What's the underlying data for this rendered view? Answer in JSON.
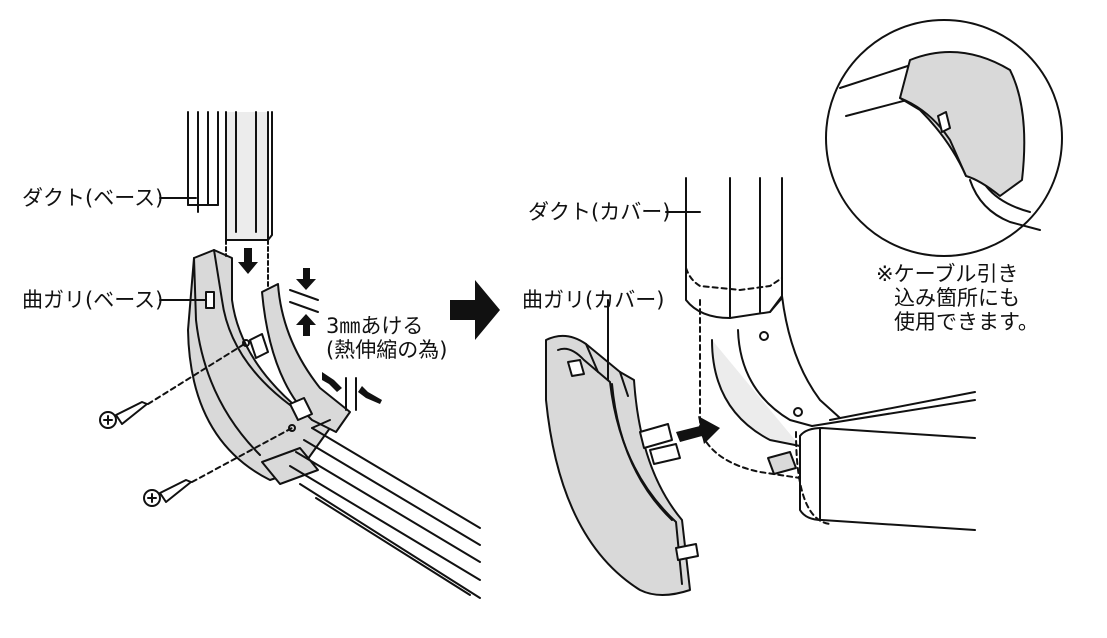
{
  "labels": {
    "duct_base": "ダクト(ベース)",
    "bend_base": "曲ガリ(ベース)",
    "gap_line1": "3㎜あける",
    "gap_line2": "(熱伸縮の為)",
    "duct_cover": "ダクト(カバー)",
    "bend_cover": "曲ガリ(カバー)",
    "note_line1": "※ケーブル引き",
    "note_line2": "込み箇所にも",
    "note_line3": "使用できます。"
  },
  "colors": {
    "line": "#111111",
    "fill_part": "#d9d9d9",
    "fill_light": "#ececec",
    "arrow": "#111111"
  }
}
